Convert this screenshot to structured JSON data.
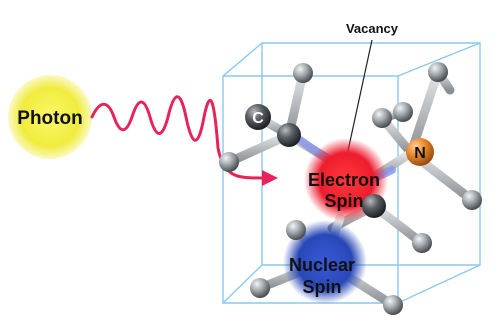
{
  "labels": {
    "photon": "Photon",
    "vacancy": "Vacancy",
    "carbon": "C",
    "nitrogen": "N",
    "electron_spin_line1": "Electron",
    "electron_spin_line2": "Spin",
    "nuclear_spin_line1": "Nuclear",
    "nuclear_spin_line2": "Spin"
  },
  "colors": {
    "photon": "#f0ec3e",
    "wave": "#e8235a",
    "electron_spin": "#ee1c2e",
    "nuclear_spin": "#2848b8",
    "nitrogen": "#e8862a",
    "carbon": "#9aa0a6",
    "lattice_box": "#8cc8ee"
  }
}
